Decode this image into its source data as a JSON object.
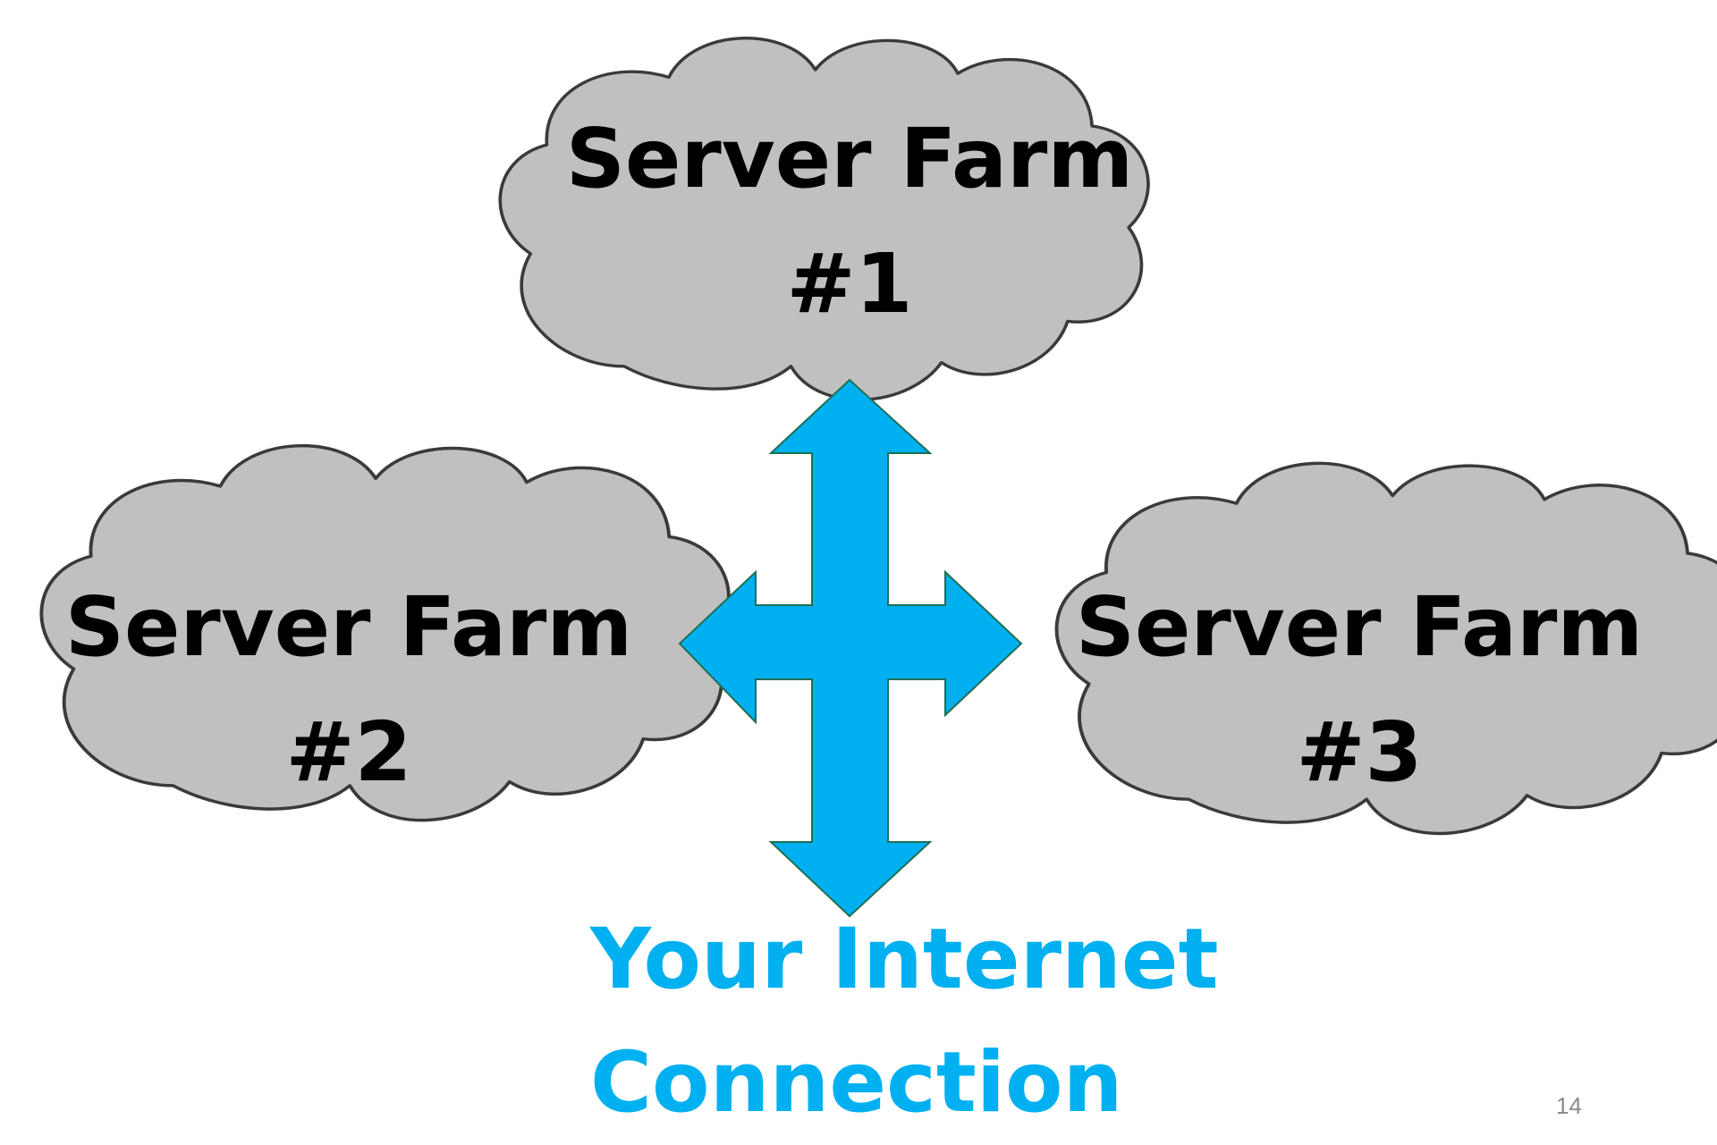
{
  "colors": {
    "cloud_fill": "#c0c0c0",
    "cloud_outline": "#3a3a3a",
    "arrow_fill": "#00b0f0",
    "arrow_outline": "#1f6f55",
    "connection_text": "#00b0f0",
    "page_number": "#8a8a8a"
  },
  "icons": {
    "cloud": "cloud-icon",
    "arrow": "four-way-arrow-icon"
  },
  "clouds": [
    {
      "line1": "Server Farm",
      "line2": "#1"
    },
    {
      "line1": "Server Farm",
      "line2": "#2"
    },
    {
      "line1": "Server Farm",
      "line2": "#3"
    }
  ],
  "connection": {
    "line1": "Your Internet",
    "line2": "Connection"
  },
  "page_number": "14"
}
